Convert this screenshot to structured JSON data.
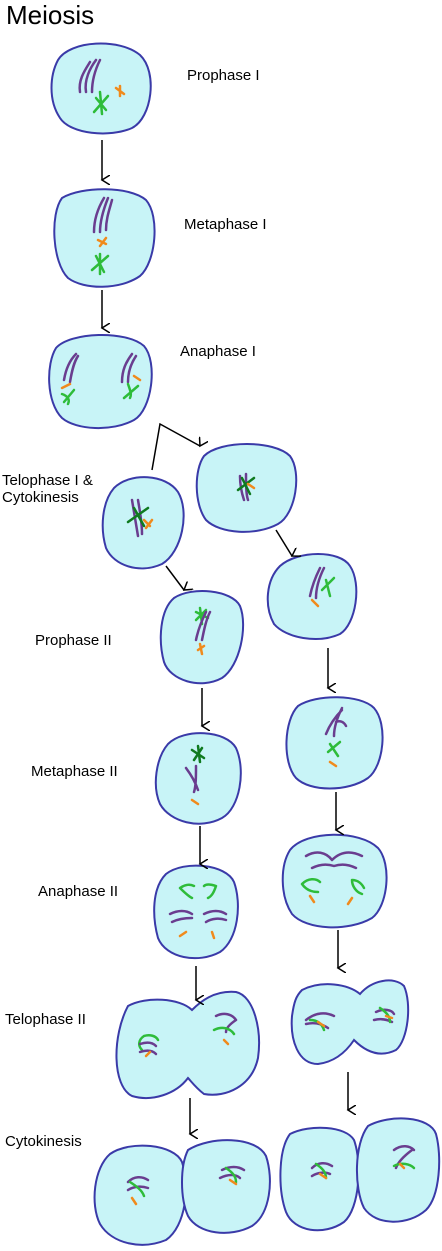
{
  "title": "Meiosis",
  "stages": {
    "prophase_1": "Prophase I",
    "metaphase_1": "Metaphase I",
    "anaphase_1": "Anaphase I",
    "telophase_1_line1": "Telophase I &",
    "telophase_1_line2": "Cytokinesis",
    "prophase_2": "Prophase II",
    "metaphase_2": "Metaphase II",
    "anaphase_2": "Anaphase II",
    "telophase_2": "Telophase II",
    "cytokinesis": "Cytokinesis"
  },
  "colors": {
    "cell_fill": "#c8f4f7",
    "cell_outline": "#3a3aa8",
    "chromosome_purple": "#6a3d8f",
    "chromosome_green": "#2ebc3a",
    "centrosome_orange": "#f08a1c",
    "arrow": "#000000"
  }
}
